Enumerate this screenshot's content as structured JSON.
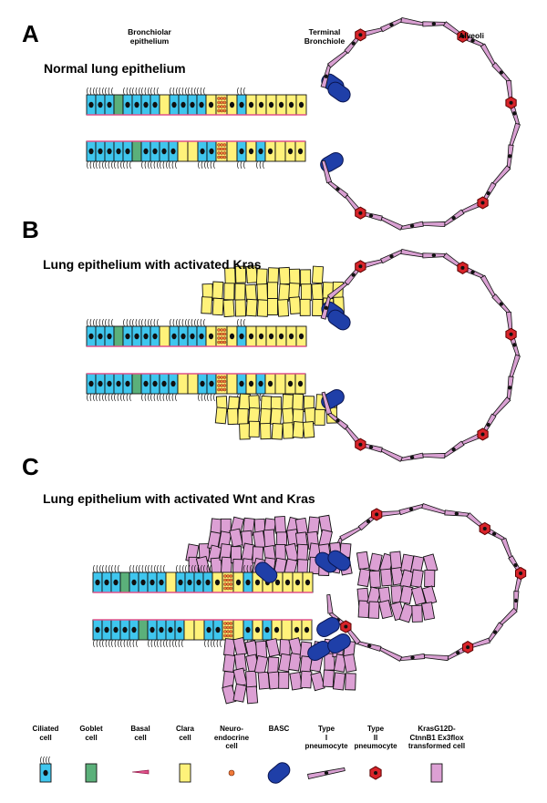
{
  "panels": [
    {
      "letter": "A",
      "title": "Normal lung epithelium"
    },
    {
      "letter": "B",
      "title": "Lung epithelium with activated Kras"
    },
    {
      "letter": "C",
      "title": "Lung epithelium with activated Wnt and Kras"
    }
  ],
  "regions": {
    "bronchiolar": [
      "Bronchiolar",
      "epithelium"
    ],
    "terminal": [
      "Terminal",
      "Bronchiole"
    ],
    "alveoli": "Alveoli"
  },
  "legend": [
    {
      "label": [
        "Ciliated",
        "cell"
      ],
      "cell": "ciliated"
    },
    {
      "label": [
        "Goblet",
        "cell"
      ],
      "cell": "goblet"
    },
    {
      "label": [
        "Basal",
        "cell"
      ],
      "cell": "basal"
    },
    {
      "label": [
        "Clara",
        "cell"
      ],
      "cell": "clara"
    },
    {
      "label": [
        "Neuro-",
        "endocrine",
        "cell"
      ],
      "cell": "neuroendocrine"
    },
    {
      "label": [
        "BASC"
      ],
      "cell": "basc"
    },
    {
      "label": [
        "Type",
        "I",
        "pneumocyte"
      ],
      "cell": "type1"
    },
    {
      "label": [
        "Type",
        "II",
        "pneumocyte"
      ],
      "cell": "type2"
    },
    {
      "label": [
        "KrasG12D-",
        "CtnnB1 Ex3flox",
        "transformed cell"
      ],
      "cell": "transformed"
    }
  ],
  "colors": {
    "ciliated": "#3fc6ee",
    "goblet": "#5bb07a",
    "basal": "#e0508a",
    "clara": "#fff27a",
    "neuroendocrine": "#f07a3a",
    "basc": "#1f3fa8",
    "type1": "#d9a0d2",
    "type2": "#d8242a",
    "transformed": "#dca0d4",
    "nucleus": "#111111"
  }
}
